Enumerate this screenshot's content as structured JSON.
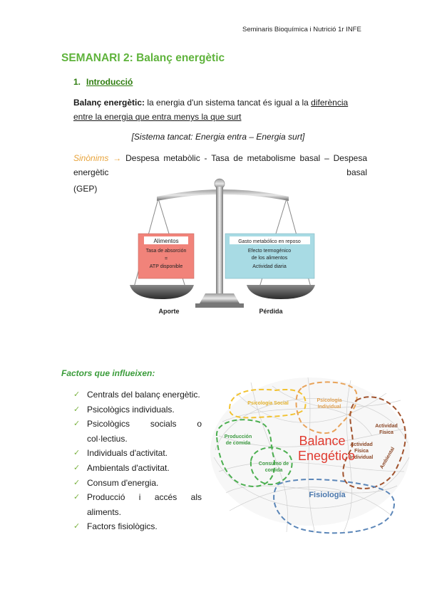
{
  "header": "Seminaris Bioquímica i Nutrició 1r INFE",
  "title": "SEMANARI 2: Balanç energètic",
  "section": {
    "number": "1.",
    "label": "Introducció"
  },
  "definition": {
    "term": "Balanç energètic:",
    "text1": " la energia d'un sistema tancat és igual a la ",
    "underlined": "diferència entre la energia que entra menys la que surt"
  },
  "formula": "[Sistema tancat: Energia entra – Energia surt]",
  "synonyms": {
    "label": "Sinònims",
    "arrow": "→",
    "text": "Despesa metabòlic - Tasa de metabolisme basal – Despesa energètic basal",
    "last": "(GEP)"
  },
  "scale": {
    "left_header": "Alimentos",
    "left_lines": [
      "Tasa de absorción",
      "=",
      "ATP disponible"
    ],
    "right_lines": [
      "Gasto metabólico en reposo",
      "Efecto termogénico",
      "de los alimentos",
      "Actividad diaria"
    ],
    "left_label": "Aporte",
    "right_label": "Pérdida",
    "colors": {
      "left": "#f1837a",
      "right": "#a8dbe4"
    }
  },
  "factors": {
    "title": "Factors que influeixen:",
    "items": [
      "Centrals del balanç energètic.",
      "Psicològics individuals.",
      "Psicològics socials o col·lectius.",
      "Individuals d'activitat.",
      "Ambientals d'activitat.",
      "Consum d'energia.",
      "Producció i accés als aliments.",
      "Factors fisiològics."
    ],
    "check_icon": "✓"
  },
  "map": {
    "center_line1": "Balance",
    "center_line2": "Enegético",
    "labels": {
      "social": "Psicología Social",
      "individual1": "Psicología",
      "individual2": "Individual",
      "production1": "Producción",
      "production2": "de comida",
      "consumption1": "Consumo de",
      "consumption2": "comida",
      "physical1": "Actividad",
      "physical2": "Física",
      "environmental": "Ambiental",
      "individual_act1": "Actividad",
      "individual_act2": "Física",
      "individual_act3": "Individual",
      "physiology": "Fisiología"
    },
    "colors": {
      "center": "#e03a2f",
      "social": "#f2c230",
      "individual": "#e8a35a",
      "production": "#4caf50",
      "activity": "#a0522d",
      "physiology": "#5b86b8"
    }
  }
}
